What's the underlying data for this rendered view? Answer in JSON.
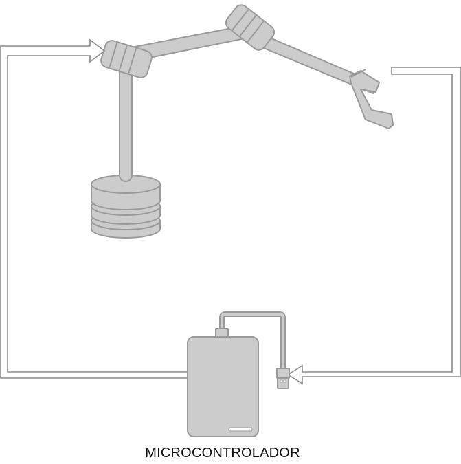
{
  "diagram": {
    "caption": "MICROCONTROLADOR",
    "colors": {
      "fill": "#cccccc",
      "stroke": "#9a9a9a",
      "arrow_fill": "#ffffff",
      "arrow_stroke": "#8c8c8c",
      "port_highlight": "#ffffff"
    },
    "components": [
      {
        "id": "robot-arm",
        "icon": "robotic-arm-icon"
      },
      {
        "id": "microcontroller",
        "icon": "external-drive-icon"
      },
      {
        "id": "usb-cable",
        "icon": "usb-connector-icon"
      }
    ]
  }
}
